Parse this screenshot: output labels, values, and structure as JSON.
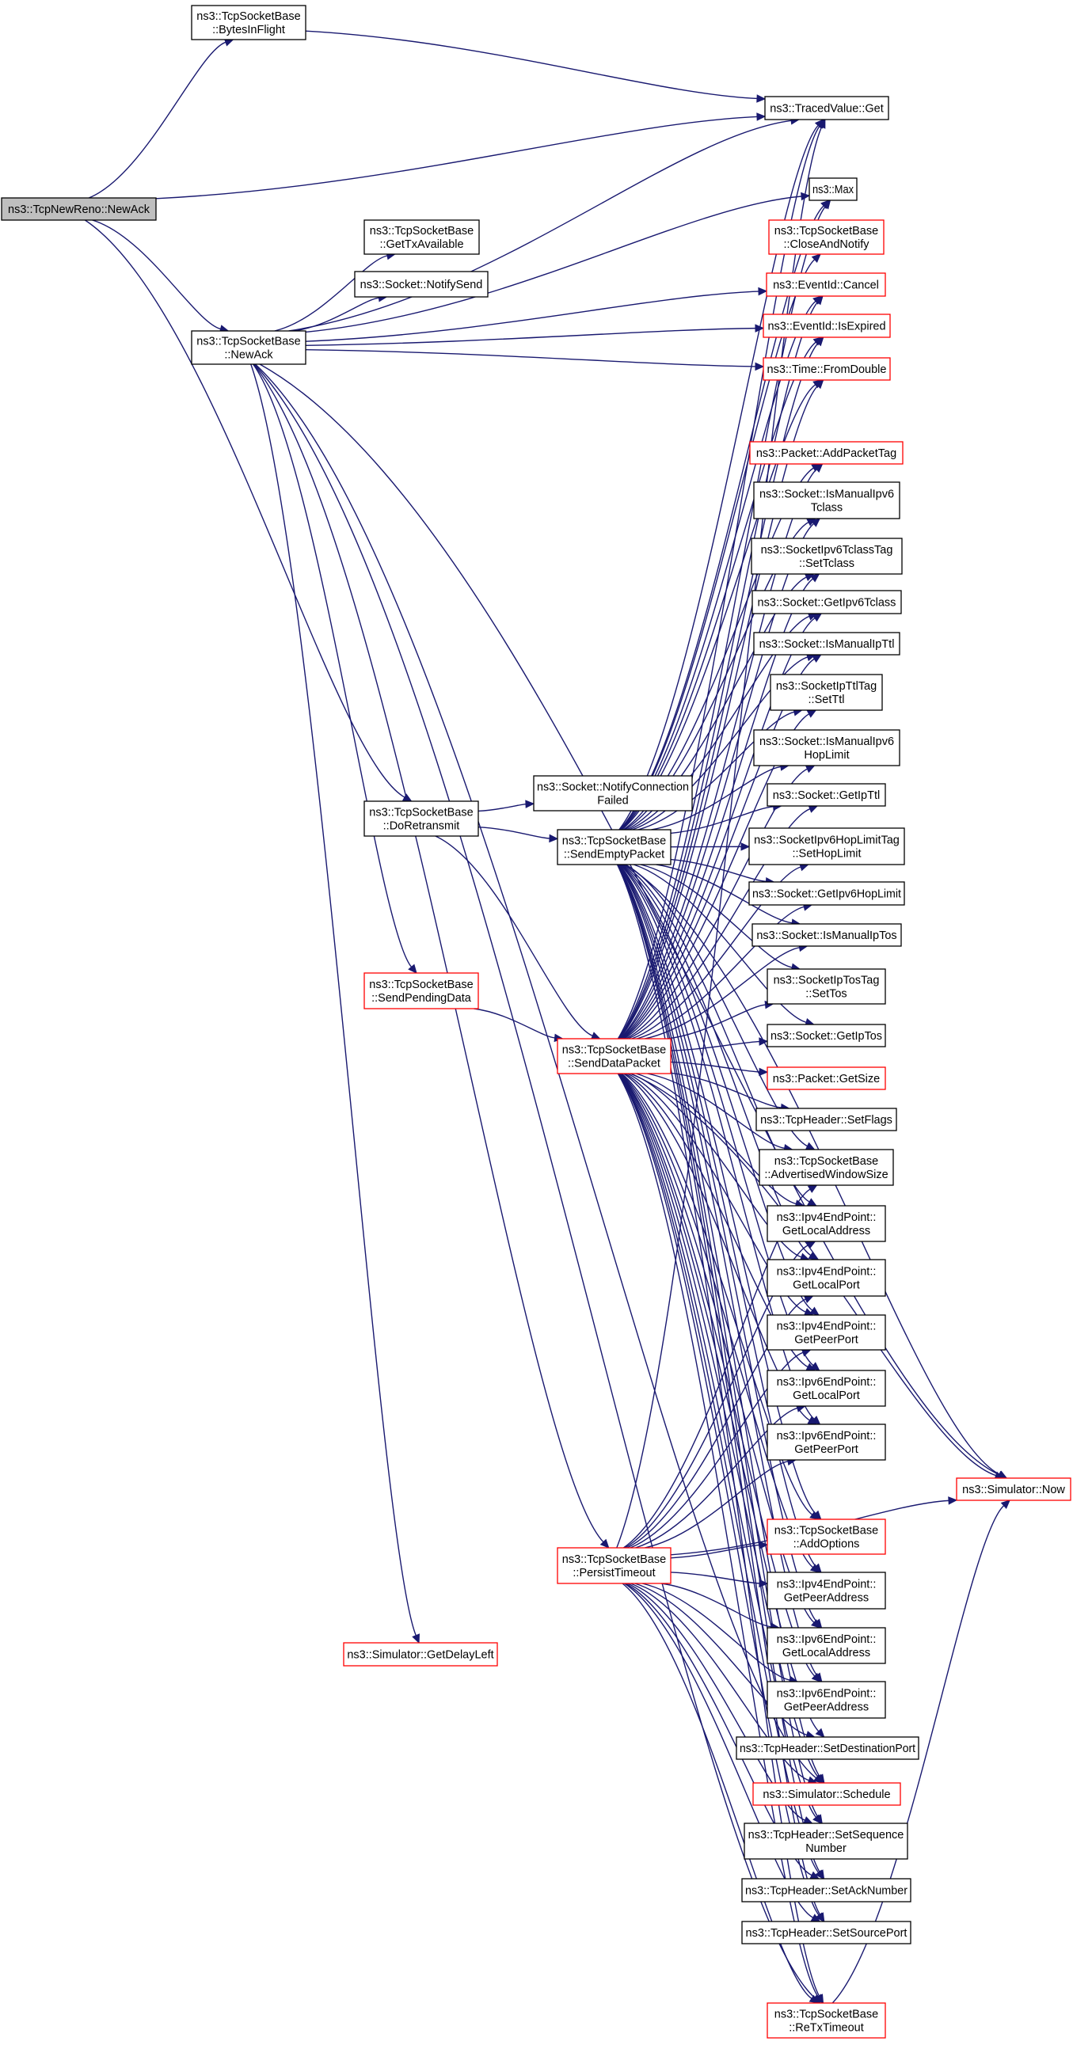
{
  "colors": {
    "edge": "#191970",
    "node_border_normal": "#000000",
    "node_border_truncated": "#ff0000",
    "node_fill": "#ffffff",
    "root_fill": "#bfbfbf"
  },
  "nodes": [
    {
      "id": "root",
      "lines": [
        "ns3::TcpNewReno::NewAck"
      ],
      "style": "root"
    },
    {
      "id": "bytesInFlight",
      "lines": [
        "ns3::TcpSocketBase",
        "::BytesInFlight"
      ],
      "style": "normal"
    },
    {
      "id": "tracedGet",
      "lines": [
        "ns3::TracedValue::Get"
      ],
      "style": "normal"
    },
    {
      "id": "max",
      "lines": [
        "ns3::Max"
      ],
      "style": "normal"
    },
    {
      "id": "closeAndNotify",
      "lines": [
        "ns3::TcpSocketBase",
        "::CloseAndNotify"
      ],
      "style": "truncated"
    },
    {
      "id": "getTxAvailable",
      "lines": [
        "ns3::TcpSocketBase",
        "::GetTxAvailable"
      ],
      "style": "normal"
    },
    {
      "id": "notifySend",
      "lines": [
        "ns3::Socket::NotifySend"
      ],
      "style": "normal"
    },
    {
      "id": "eventCancel",
      "lines": [
        "ns3::EventId::Cancel"
      ],
      "style": "truncated"
    },
    {
      "id": "baseNewAck",
      "lines": [
        "ns3::TcpSocketBase",
        "::NewAck"
      ],
      "style": "normal"
    },
    {
      "id": "isExpired",
      "lines": [
        "ns3::EventId::IsExpired"
      ],
      "style": "truncated"
    },
    {
      "id": "fromDouble",
      "lines": [
        "ns3::Time::FromDouble"
      ],
      "style": "truncated"
    },
    {
      "id": "addPacketTag",
      "lines": [
        "ns3::Packet::AddPacketTag"
      ],
      "style": "truncated"
    },
    {
      "id": "isManualIpv6Tclass",
      "lines": [
        "ns3::Socket::IsManualIpv6",
        "Tclass"
      ],
      "style": "normal"
    },
    {
      "id": "setTclass",
      "lines": [
        "ns3::SocketIpv6TclassTag",
        "::SetTclass"
      ],
      "style": "normal"
    },
    {
      "id": "getIpv6Tclass",
      "lines": [
        "ns3::Socket::GetIpv6Tclass"
      ],
      "style": "normal"
    },
    {
      "id": "isManualIpTtl",
      "lines": [
        "ns3::Socket::IsManualIpTtl"
      ],
      "style": "normal"
    },
    {
      "id": "setTtl",
      "lines": [
        "ns3::SocketIpTtlTag",
        "::SetTtl"
      ],
      "style": "normal"
    },
    {
      "id": "isManualIpv6HopLimit",
      "lines": [
        "ns3::Socket::IsManualIpv6",
        "HopLimit"
      ],
      "style": "normal"
    },
    {
      "id": "getIpTtl",
      "lines": [
        "ns3::Socket::GetIpTtl"
      ],
      "style": "normal"
    },
    {
      "id": "notifyConnFailed",
      "lines": [
        "ns3::Socket::NotifyConnection",
        "Failed"
      ],
      "style": "normal"
    },
    {
      "id": "doRetransmit",
      "lines": [
        "ns3::TcpSocketBase",
        "::DoRetransmit"
      ],
      "style": "normal"
    },
    {
      "id": "sendEmptyPacket",
      "lines": [
        "ns3::TcpSocketBase",
        "::SendEmptyPacket"
      ],
      "style": "normal"
    },
    {
      "id": "setHopLimit",
      "lines": [
        "ns3::SocketIpv6HopLimitTag",
        "::SetHopLimit"
      ],
      "style": "normal"
    },
    {
      "id": "getIpv6HopLimit",
      "lines": [
        "ns3::Socket::GetIpv6HopLimit"
      ],
      "style": "normal"
    },
    {
      "id": "isManualIpTos",
      "lines": [
        "ns3::Socket::IsManualIpTos"
      ],
      "style": "normal"
    },
    {
      "id": "sendPendingData",
      "lines": [
        "ns3::TcpSocketBase",
        "::SendPendingData"
      ],
      "style": "truncated"
    },
    {
      "id": "setTos",
      "lines": [
        "ns3::SocketIpTosTag",
        "::SetTos"
      ],
      "style": "normal"
    },
    {
      "id": "getIpTos",
      "lines": [
        "ns3::Socket::GetIpTos"
      ],
      "style": "normal"
    },
    {
      "id": "sendDataPacket",
      "lines": [
        "ns3::TcpSocketBase",
        "::SendDataPacket"
      ],
      "style": "truncated"
    },
    {
      "id": "getSize",
      "lines": [
        "ns3::Packet::GetSize"
      ],
      "style": "truncated"
    },
    {
      "id": "setFlags",
      "lines": [
        "ns3::TcpHeader::SetFlags"
      ],
      "style": "normal"
    },
    {
      "id": "advWindowSize",
      "lines": [
        "ns3::TcpSocketBase",
        "::AdvertisedWindowSize"
      ],
      "style": "normal"
    },
    {
      "id": "v4LocalAddr",
      "lines": [
        "ns3::Ipv4EndPoint::",
        "GetLocalAddress"
      ],
      "style": "normal"
    },
    {
      "id": "v4LocalPort",
      "lines": [
        "ns3::Ipv4EndPoint::",
        "GetLocalPort"
      ],
      "style": "normal"
    },
    {
      "id": "v4PeerPort",
      "lines": [
        "ns3::Ipv4EndPoint::",
        "GetPeerPort"
      ],
      "style": "normal"
    },
    {
      "id": "v6LocalPort",
      "lines": [
        "ns3::Ipv6EndPoint::",
        "GetLocalPort"
      ],
      "style": "normal"
    },
    {
      "id": "v6PeerPort",
      "lines": [
        "ns3::Ipv6EndPoint::",
        "GetPeerPort"
      ],
      "style": "normal"
    },
    {
      "id": "simNow",
      "lines": [
        "ns3::Simulator::Now"
      ],
      "style": "truncated"
    },
    {
      "id": "addOptions",
      "lines": [
        "ns3::TcpSocketBase",
        "::AddOptions"
      ],
      "style": "truncated"
    },
    {
      "id": "persistTimeout",
      "lines": [
        "ns3::TcpSocketBase",
        "::PersistTimeout"
      ],
      "style": "truncated"
    },
    {
      "id": "v4PeerAddr",
      "lines": [
        "ns3::Ipv4EndPoint::",
        "GetPeerAddress"
      ],
      "style": "normal"
    },
    {
      "id": "getDelayLeft",
      "lines": [
        "ns3::Simulator::GetDelayLeft"
      ],
      "style": "truncated"
    },
    {
      "id": "v6LocalAddr",
      "lines": [
        "ns3::Ipv6EndPoint::",
        "GetLocalAddress"
      ],
      "style": "normal"
    },
    {
      "id": "v6PeerAddr",
      "lines": [
        "ns3::Ipv6EndPoint::",
        "GetPeerAddress"
      ],
      "style": "normal"
    },
    {
      "id": "setDestPort",
      "lines": [
        "ns3::TcpHeader::SetDestinationPort"
      ],
      "style": "normal"
    },
    {
      "id": "schedule",
      "lines": [
        "ns3::Simulator::Schedule"
      ],
      "style": "truncated"
    },
    {
      "id": "setSeqNum",
      "lines": [
        "ns3::TcpHeader::SetSequence",
        "Number"
      ],
      "style": "normal"
    },
    {
      "id": "setAckNum",
      "lines": [
        "ns3::TcpHeader::SetAckNumber"
      ],
      "style": "normal"
    },
    {
      "id": "setSrcPort",
      "lines": [
        "ns3::TcpHeader::SetSourcePort"
      ],
      "style": "normal"
    },
    {
      "id": "reTxTimeout",
      "lines": [
        "ns3::TcpSocketBase",
        "::ReTxTimeout"
      ],
      "style": "truncated"
    }
  ]
}
